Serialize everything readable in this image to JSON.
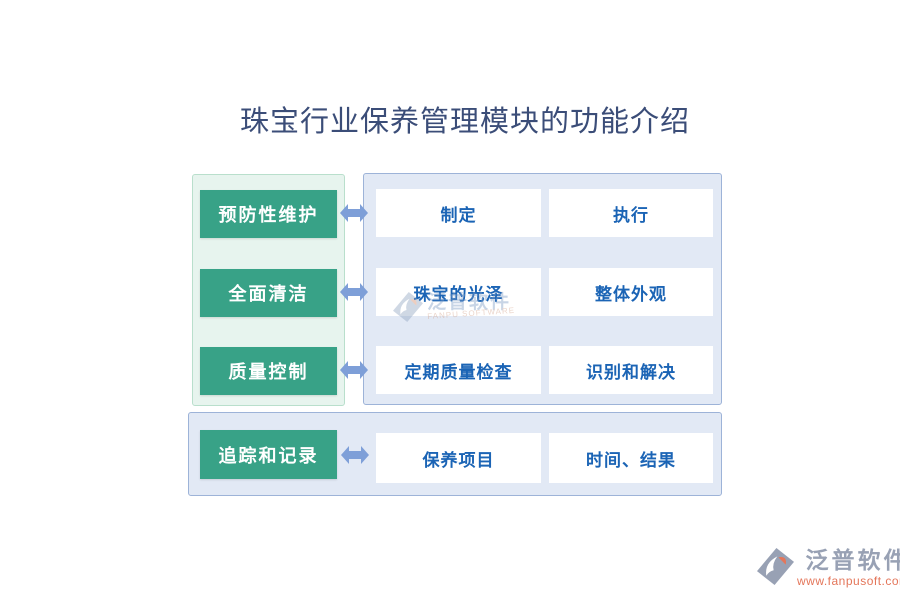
{
  "title": "珠宝行业保养管理模块的功能介绍",
  "colors": {
    "title_text": "#3b4d78",
    "green_button_bg": "#38a287",
    "green_panel_bg": "#e7f4ee",
    "green_panel_border": "#b9dfcc",
    "blue_panel_bg": "#e2e9f5",
    "blue_panel_border": "#9db3d8",
    "arrow_blue": "#7e9fd8",
    "white_box_text": "#1b64b5",
    "brand_gray": "#98a1b4",
    "brand_orange": "#e4765a"
  },
  "rows": [
    {
      "label": "预防性维护",
      "items": [
        "制定",
        "执行"
      ]
    },
    {
      "label": "全面清洁",
      "items": [
        "珠宝的光泽",
        "整体外观"
      ]
    },
    {
      "label": "质量控制",
      "items": [
        "定期质量检查",
        "识别和解决"
      ]
    },
    {
      "label": "追踪和记录",
      "items": [
        "保养项目",
        "时间、结果"
      ]
    }
  ],
  "watermark": {
    "name": "泛普软件",
    "subtitle": "FANPU SOFTWARE"
  },
  "brand": {
    "name": "泛普软件",
    "website": "www.fanpusoft.com"
  }
}
